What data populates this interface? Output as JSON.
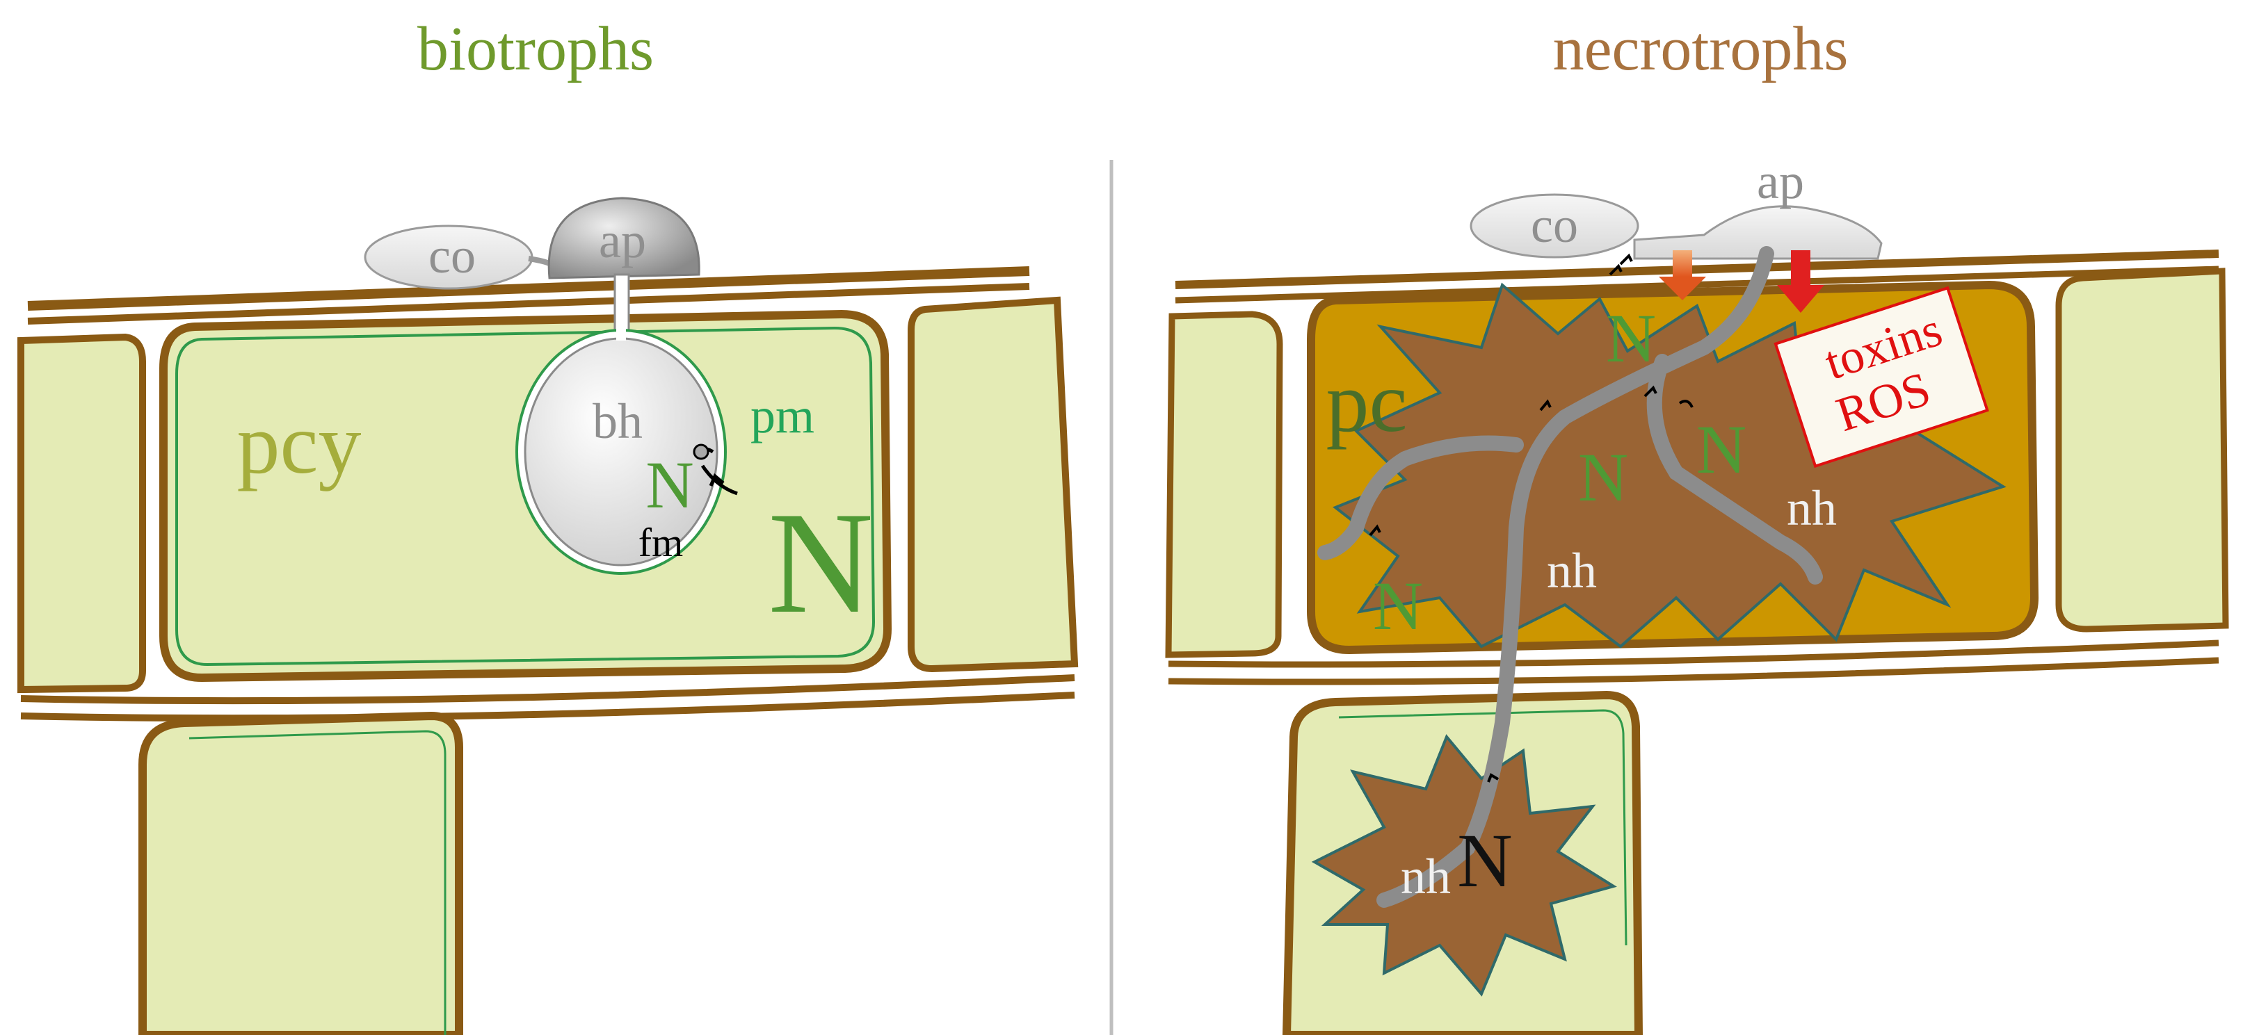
{
  "colors": {
    "cell_wall": "#8a5a14",
    "cell_fill": "#e4ebb5",
    "membrane": "#2f9a4b",
    "biotroph_title": "#6f9a2c",
    "necrotroph_title": "#a8723e",
    "necrotic_cell": "#cc9600",
    "necrotic_star": "#9a6434",
    "hypha": "#8c8c8c",
    "nutrient": "#4f9a35",
    "toxin_arrow": "#e02020",
    "ros_text": "#e01010",
    "divider": "#bfbfbf"
  },
  "panels": {
    "biotrophs": {
      "title": "biotrophs",
      "labels": {
        "conidium": "co",
        "appressorium": "ap",
        "haustorium": "bh",
        "plasma_membrane": "pm",
        "host_cell": "pcy",
        "nutrient_small": "N",
        "nutrient_large": "N",
        "fungal_membrane": "fm"
      }
    },
    "necrotrophs": {
      "title": "necrotrophs",
      "labels": {
        "conidium": "co",
        "appressorium": "ap",
        "host_cell": "pc",
        "nutrient_top": "N",
        "nutrient_mid_a": "N",
        "nutrient_mid_b": "N",
        "nutrient_left": "N",
        "nutrient_lower": "N",
        "hypha_right": "nh",
        "hypha_center": "nh",
        "hypha_lower": "nh"
      },
      "toxin_box": {
        "line1": "toxins",
        "line2": "ROS"
      }
    }
  }
}
